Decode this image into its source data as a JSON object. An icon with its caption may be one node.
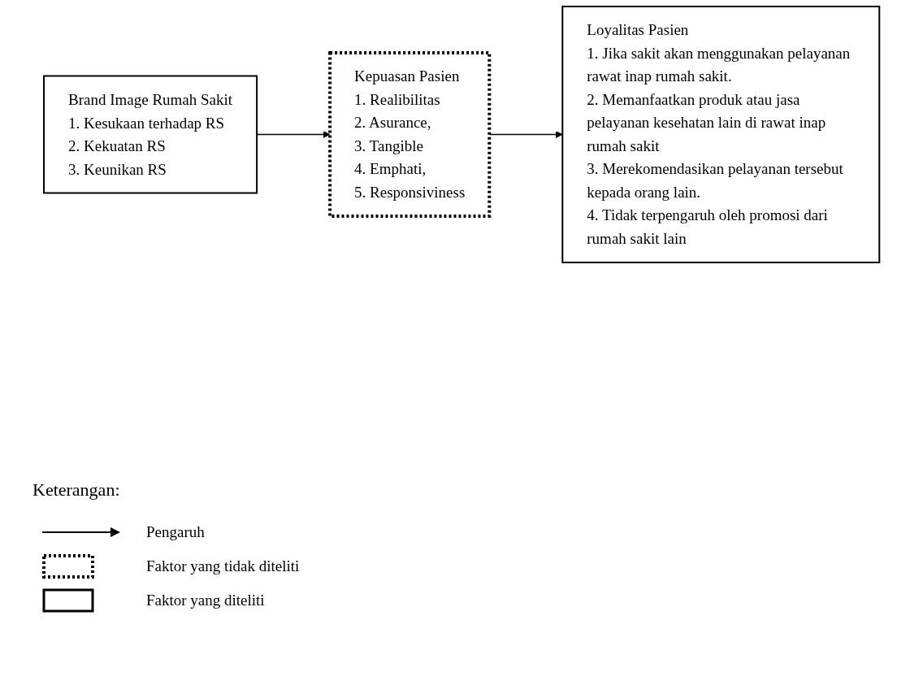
{
  "diagram": {
    "nodes": [
      {
        "text": [
          "Brand Image Rumah Sakit",
          "1. Kesukaan terhadap RS",
          "2. Kekuatan RS",
          "3. Keunikan RS"
        ]
      },
      {
        "text": [
          "Kepuasan Pasien",
          "1. Realibilitas",
          "2. Asurance,",
          "3. Tangible",
          "4. Emphati,",
          "5. Responsiviness"
        ]
      },
      {
        "text": [
          "Loyalitas Pasien",
          "1. Jika sakit akan menggunakan pelayanan rawat inap rumah sakit.",
          "2. Memanfaatkan produk atau jasa pelayanan kesehatan lain di rawat inap rumah sakit",
          "3. Merekomendasikan pelayanan tersebut kepada orang lain.",
          "4. Tidak terpengaruh oleh promosi dari rumah sakit lain"
        ]
      }
    ],
    "edges": [
      {
        "from": 0,
        "to": 1,
        "arrow": "to"
      },
      {
        "from": 1,
        "to": 2,
        "arrow": "to"
      }
    ],
    "labels": [
      "Keterangan:"
    ],
    "legend": [
      {
        "text": "Pengaruh"
      },
      {
        "text": "Faktor yang tidak diteliti"
      },
      {
        "text": "Faktor yang diteliti"
      }
    ]
  }
}
